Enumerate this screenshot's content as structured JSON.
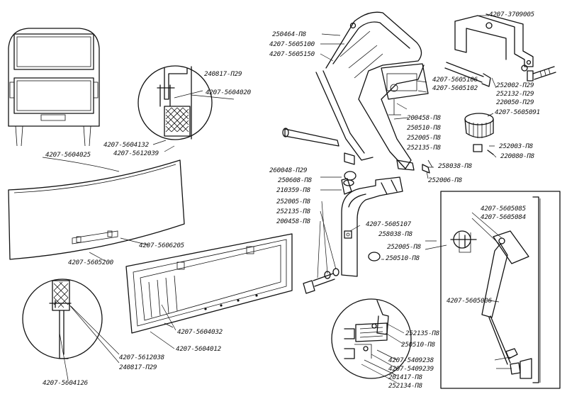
{
  "labels": {
    "p4207_5604025": "4207-5604025",
    "p240817_p29_top": "240817-П29",
    "p4207_5604020": "4207-5604020",
    "p4207_5604132": "4207-5604132",
    "p4207_5612039": "4207-5612039",
    "p250464": "250464-П8",
    "p4207_5605100": "4207-5605100",
    "p4207_5605150": "4207-5605150",
    "p4207_3709005": "4207-3709005",
    "p4207_5605106": "4207-5605106",
    "p4207_5605102": "4207-5605102",
    "p252002": "252002-П29",
    "p252132": "252132-П29",
    "p220050": "220050-П29",
    "p4207_5605091": "4207-5605091",
    "p200458_a": "200458-П8",
    "p250510_a": "250510-П8",
    "p252005_a": "252005-П8",
    "p252135_a": "252135-П8",
    "p252003": "252003-П8",
    "p220080": "220080-П8",
    "p260048": "260048-П29",
    "p258038_a": "258038-П8",
    "p250608": "250608-П8",
    "p252006": "252006-П8",
    "p210359": "210359-П8",
    "p252005_b": "252005-П8",
    "p252135_b": "252135-П8",
    "p200458_b": "200458-П8",
    "p4207_5605107": "4207-5605107",
    "p258038_b": "258038-П8",
    "p252005_c": "252005-П8",
    "p250510_b": "250510-П8",
    "p4207_5605085": "4207-5605085",
    "p4207_5605084": "4207-5605084",
    "p4207_5606205": "4207-5606205",
    "p4207_5605200": "4207-5605200",
    "p4207_5605006": "4207-5605006",
    "p4207_5604032": "4207-5604032",
    "p4207_5604012": "4207-5604012",
    "p4207_5612038": "4207-5612038",
    "p240817_p29_bot": "240817-П29",
    "p4207_5604126": "4207-5604126",
    "p252135_c": "252135-П8",
    "p250510_c": "250510-П8",
    "p4207_5409238": "4207-5409238",
    "p4207_5409239": "4207-5409239",
    "p201417": "201417-П8",
    "p252134": "252134-П8"
  }
}
